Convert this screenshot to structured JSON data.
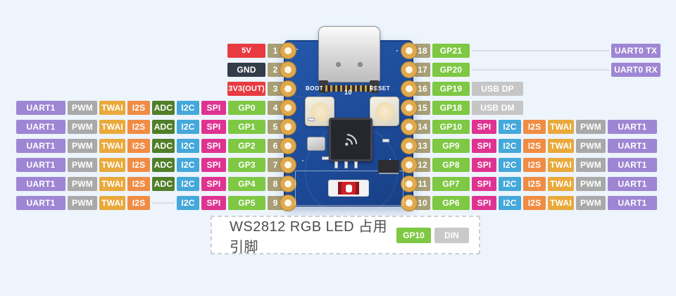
{
  "colors": {
    "background": "#edf4fc",
    "uart1": "#9e86d4",
    "uart0": "#9e86d4",
    "pwm": "#a9a9a9",
    "twai": "#e9a93b",
    "i2s": "#f08c44",
    "adc": "#507f28",
    "i2c": "#45a8da",
    "spi": "#df3391",
    "gp": "#7ec843",
    "power": "#e73b41",
    "gnd": "#343b49",
    "pin": "#a89f74",
    "usb": "#c6c6c6",
    "din": "#c9c9c9",
    "wire": "#d9dee5"
  },
  "left_rows": [
    {
      "pin": "1",
      "badges": [
        {
          "t": "power",
          "l": "5V"
        }
      ]
    },
    {
      "pin": "2",
      "badges": [
        {
          "t": "gnd",
          "l": "GND"
        }
      ]
    },
    {
      "pin": "3",
      "badges": [
        {
          "t": "power",
          "l": "3V3(OUT)"
        }
      ]
    },
    {
      "pin": "4",
      "badges": [
        {
          "t": "uart1",
          "l": "UART1"
        },
        {
          "t": "pwm",
          "l": "PWM"
        },
        {
          "t": "twai",
          "l": "TWAI"
        },
        {
          "t": "i2s",
          "l": "I2S"
        },
        {
          "t": "adc",
          "l": "ADC"
        },
        {
          "t": "i2c",
          "l": "I2C"
        },
        {
          "t": "spi",
          "l": "SPI"
        },
        {
          "t": "gp",
          "l": "GP0"
        }
      ]
    },
    {
      "pin": "5",
      "badges": [
        {
          "t": "uart1",
          "l": "UART1"
        },
        {
          "t": "pwm",
          "l": "PWM"
        },
        {
          "t": "twai",
          "l": "TWAI"
        },
        {
          "t": "i2s",
          "l": "I2S"
        },
        {
          "t": "adc",
          "l": "ADC"
        },
        {
          "t": "i2c",
          "l": "I2C"
        },
        {
          "t": "spi",
          "l": "SPI"
        },
        {
          "t": "gp",
          "l": "GP1"
        }
      ]
    },
    {
      "pin": "6",
      "badges": [
        {
          "t": "uart1",
          "l": "UART1"
        },
        {
          "t": "pwm",
          "l": "PWM"
        },
        {
          "t": "twai",
          "l": "TWAI"
        },
        {
          "t": "i2s",
          "l": "I2S"
        },
        {
          "t": "adc",
          "l": "ADC"
        },
        {
          "t": "i2c",
          "l": "I2C"
        },
        {
          "t": "spi",
          "l": "SPI"
        },
        {
          "t": "gp",
          "l": "GP2"
        }
      ]
    },
    {
      "pin": "7",
      "badges": [
        {
          "t": "uart1",
          "l": "UART1"
        },
        {
          "t": "pwm",
          "l": "PWM"
        },
        {
          "t": "twai",
          "l": "TWAI"
        },
        {
          "t": "i2s",
          "l": "I2S"
        },
        {
          "t": "adc",
          "l": "ADC"
        },
        {
          "t": "i2c",
          "l": "I2C"
        },
        {
          "t": "spi",
          "l": "SPI"
        },
        {
          "t": "gp",
          "l": "GP3"
        }
      ]
    },
    {
      "pin": "8",
      "badges": [
        {
          "t": "uart1",
          "l": "UART1"
        },
        {
          "t": "pwm",
          "l": "PWM"
        },
        {
          "t": "twai",
          "l": "TWAI"
        },
        {
          "t": "i2s",
          "l": "I2S"
        },
        {
          "t": "adc",
          "l": "ADC"
        },
        {
          "t": "i2c",
          "l": "I2C"
        },
        {
          "t": "spi",
          "l": "SPI"
        },
        {
          "t": "gp",
          "l": "GP4"
        }
      ]
    },
    {
      "pin": "9",
      "badges": [
        {
          "t": "uart1",
          "l": "UART1"
        },
        {
          "t": "pwm",
          "l": "PWM"
        },
        {
          "t": "twai",
          "l": "TWAI"
        },
        {
          "t": "i2s",
          "l": "I2S"
        },
        {
          "t": "wire",
          "w": 32
        },
        {
          "t": "i2c",
          "l": "I2C"
        },
        {
          "t": "spi",
          "l": "SPI"
        },
        {
          "t": "gp",
          "l": "GP5"
        }
      ]
    }
  ],
  "right_rows": [
    {
      "pin": "18",
      "badges": [
        {
          "t": "gp",
          "l": "GP21"
        },
        {
          "t": "wire",
          "flex": true
        },
        {
          "t": "uart0",
          "l": "UART0 TX"
        }
      ]
    },
    {
      "pin": "17",
      "badges": [
        {
          "t": "gp",
          "l": "GP20"
        },
        {
          "t": "wire",
          "flex": true
        },
        {
          "t": "uart0",
          "l": "UART0 RX"
        }
      ]
    },
    {
      "pin": "16",
      "badges": [
        {
          "t": "gp",
          "l": "GP19"
        },
        {
          "t": "usb",
          "l": "USB DP"
        }
      ]
    },
    {
      "pin": "15",
      "badges": [
        {
          "t": "gp",
          "l": "GP18"
        },
        {
          "t": "usb",
          "l": "USB DM"
        }
      ]
    },
    {
      "pin": "14",
      "badges": [
        {
          "t": "gp",
          "l": "GP10"
        },
        {
          "t": "spi",
          "l": "SPI"
        },
        {
          "t": "i2c",
          "l": "I2C"
        },
        {
          "t": "i2s",
          "l": "I2S"
        },
        {
          "t": "twai",
          "l": "TWAI"
        },
        {
          "t": "pwm",
          "l": "PWM"
        },
        {
          "t": "uart1",
          "l": "UART1"
        }
      ]
    },
    {
      "pin": "13",
      "badges": [
        {
          "t": "gp",
          "l": "GP9"
        },
        {
          "t": "spi",
          "l": "SPI"
        },
        {
          "t": "i2c",
          "l": "I2C"
        },
        {
          "t": "i2s",
          "l": "I2S"
        },
        {
          "t": "twai",
          "l": "TWAI"
        },
        {
          "t": "pwm",
          "l": "PWM"
        },
        {
          "t": "uart1",
          "l": "UART1"
        }
      ]
    },
    {
      "pin": "12",
      "badges": [
        {
          "t": "gp",
          "l": "GP8"
        },
        {
          "t": "spi",
          "l": "SPI"
        },
        {
          "t": "i2c",
          "l": "I2C"
        },
        {
          "t": "i2s",
          "l": "I2S"
        },
        {
          "t": "twai",
          "l": "TWAI"
        },
        {
          "t": "pwm",
          "l": "PWM"
        },
        {
          "t": "uart1",
          "l": "UART1"
        }
      ]
    },
    {
      "pin": "11",
      "badges": [
        {
          "t": "gp",
          "l": "GP7"
        },
        {
          "t": "spi",
          "l": "SPI"
        },
        {
          "t": "i2c",
          "l": "I2C"
        },
        {
          "t": "i2s",
          "l": "I2S"
        },
        {
          "t": "twai",
          "l": "TWAI"
        },
        {
          "t": "pwm",
          "l": "PWM"
        },
        {
          "t": "uart1",
          "l": "UART1"
        }
      ]
    },
    {
      "pin": "10",
      "badges": [
        {
          "t": "gp",
          "l": "GP6"
        },
        {
          "t": "spi",
          "l": "SPI"
        },
        {
          "t": "i2c",
          "l": "I2C"
        },
        {
          "t": "i2s",
          "l": "I2S"
        },
        {
          "t": "twai",
          "l": "TWAI"
        },
        {
          "t": "pwm",
          "l": "PWM"
        },
        {
          "t": "uart1",
          "l": "UART1"
        }
      ]
    }
  ],
  "board": {
    "boot_label": "BOOT",
    "reset_label": "RESET",
    "chip_label": "10"
  },
  "legend": {
    "text": "WS2812 RGB LED 占用引脚",
    "pin_badge": "GP10",
    "signal_badge": "DIN"
  },
  "layout_meta": {
    "row_top_start": 62,
    "row_spacing": 27
  }
}
